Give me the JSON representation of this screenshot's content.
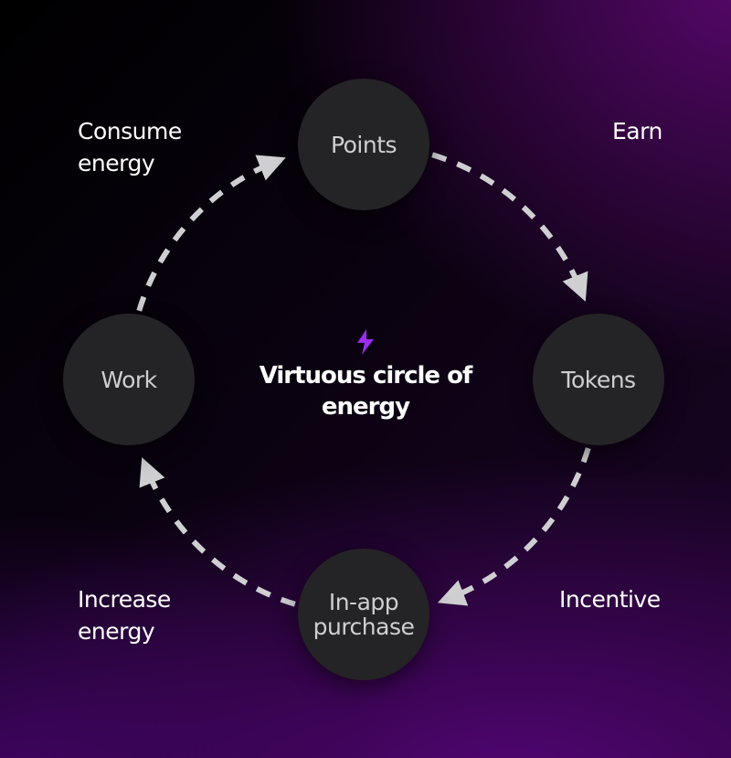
{
  "nodes": {
    "points": "Points",
    "tokens": "Tokens",
    "inapp_line1": "In-app",
    "inapp_line2": "purchase",
    "work": "Work"
  },
  "edge_labels": {
    "earn": "Earn",
    "incentive": "Incentive",
    "increase_l1": "Increase",
    "increase_l2": "energy",
    "consume_l1": "Consume",
    "consume_l2": "energy"
  },
  "center": {
    "icon": "lightning-icon",
    "title_line1": "Virtuous circle of",
    "title_line2": "energy"
  },
  "colors": {
    "accent": "#9b2cf0",
    "node": "#242326",
    "arrow": "#cfcfd2"
  }
}
